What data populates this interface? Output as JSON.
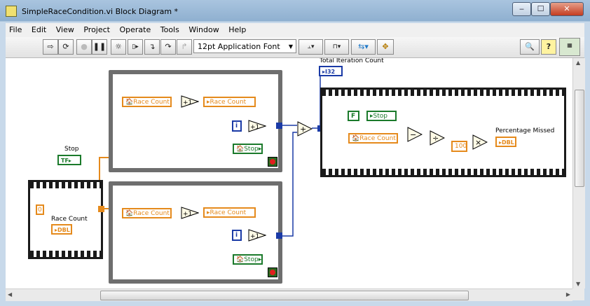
{
  "window": {
    "title": "SimpleRaceCondition.vi Block Diagram *"
  },
  "menu": [
    "File",
    "Edit",
    "View",
    "Project",
    "Operate",
    "Tools",
    "Window",
    "Help"
  ],
  "toolbar": {
    "font_select": "12pt Application Font"
  },
  "diagram": {
    "stop_label": "Stop",
    "stop_terminal": "TF",
    "init_const": "0",
    "race_count_label": "Race Count",
    "race_count_type": "DBL",
    "local_race_count": "Race Count",
    "increment": "+1",
    "iteration_terminal": "i",
    "local_stop": "Stop",
    "total_label": "Total Iteration Count",
    "total_type": "I32",
    "false_const": "F",
    "plus": "+",
    "minus": "−",
    "divide": "÷",
    "multiply": "×",
    "const_100": "100",
    "percentage_label": "Percentage Missed",
    "percentage_type": "DBL"
  },
  "colors": {
    "numeric_dbl": "#e58a1c",
    "boolean": "#1b7a2b",
    "integer": "#1a3aa6",
    "structure": "#6e6e6e"
  },
  "icons": [
    "run-arrow-icon",
    "run-continuous-icon",
    "abort-icon",
    "pause-icon",
    "highlight-execution-icon",
    "retain-wire-values-icon",
    "step-into-icon",
    "step-over-icon",
    "step-out-icon",
    "align-objects-icon",
    "distribute-objects-icon",
    "reorder-icon",
    "cleanup-diagram-icon",
    "search-icon",
    "help-icon",
    "vi-icon"
  ]
}
